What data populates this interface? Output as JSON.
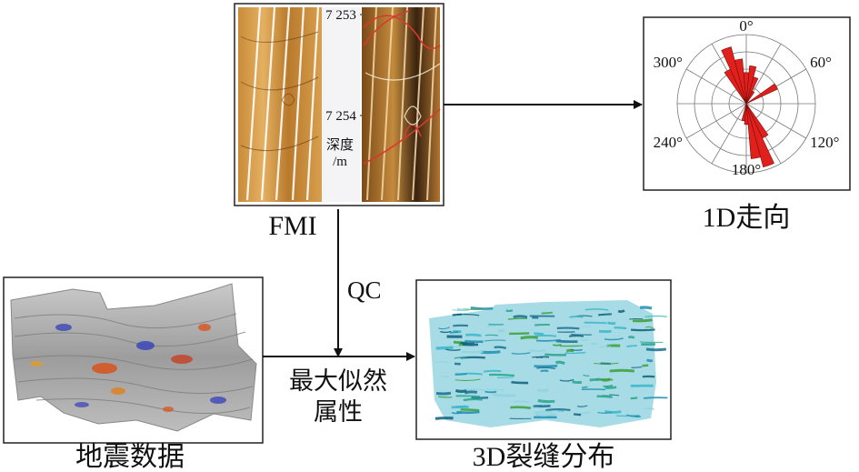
{
  "fmi": {
    "caption": "FMI",
    "depth_top": "7 253",
    "depth_bottom": "7 254",
    "depth_label_1": "深度",
    "depth_label_2": "/m"
  },
  "rose": {
    "caption": "1D走向",
    "angle_labels": [
      "0°",
      "60°",
      "120°",
      "180°",
      "240°",
      "300°"
    ],
    "petal_color": "#e0201c",
    "petal_directions_deg": [
      0,
      10,
      20,
      30,
      60,
      150,
      160,
      170,
      180,
      190,
      330,
      340,
      350
    ],
    "petal_relative_lengths": [
      0.45,
      0.55,
      0.4,
      0.2,
      0.5,
      0.55,
      0.95,
      0.8,
      0.3,
      0.25,
      0.55,
      0.85,
      0.65
    ]
  },
  "seismic": {
    "caption": "地震数据"
  },
  "frac3d": {
    "caption": "3D裂缝分布"
  },
  "flow": {
    "qc_label": "QC",
    "process_line_1": "最大似然",
    "process_line_2": "属性"
  }
}
